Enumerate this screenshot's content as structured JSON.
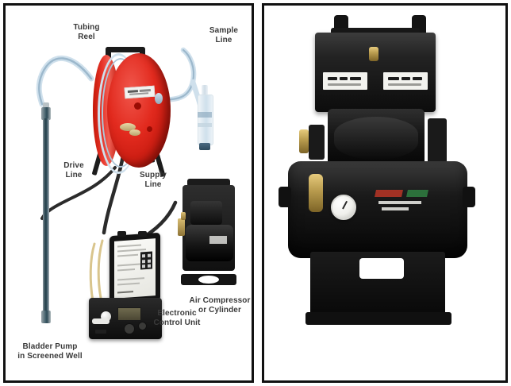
{
  "figure": {
    "title": "Bladder pump groundwater sampling system diagram and air compressor photo",
    "panel_count": 2,
    "background_color": "#ffffff",
    "border_color": "#111111"
  },
  "left_panel": {
    "name": "sampling-system-diagram",
    "labels": [
      {
        "id": "tubing-reel",
        "text": "Tubing\nReel"
      },
      {
        "id": "sample-line",
        "text": "Sample\nLine"
      },
      {
        "id": "drive-line",
        "text": "Drive\nLine"
      },
      {
        "id": "supply-line",
        "text": "Supply\nLine"
      },
      {
        "id": "air-compressor",
        "text": "Air Compressor\nor Cylinder"
      },
      {
        "id": "control-unit",
        "text": "Electronic\nControl Unit"
      },
      {
        "id": "bladder-pump",
        "text": "Bladder Pump\nin Screened Well"
      }
    ],
    "components": [
      {
        "id": "tubing-reel",
        "kind": "reel",
        "color": "#d8261a"
      },
      {
        "id": "sample-bottle",
        "kind": "bottle",
        "color": "#dde8f0"
      },
      {
        "id": "bladder-pump",
        "kind": "pump-tube",
        "color": "#2e4a55"
      },
      {
        "id": "control-unit",
        "kind": "instrument-case",
        "color": "#141414"
      },
      {
        "id": "air-compressor",
        "kind": "compressor",
        "color": "#1a1a1a"
      }
    ],
    "colors": {
      "reel_red": "#d8261a",
      "tubing_blue": "#b9d2e2",
      "hose_black": "#2b2b2b",
      "label_text": "#3a3a3a"
    }
  },
  "right_panel": {
    "name": "air-compressor-photograph",
    "subject": "air-compressor-with-tank",
    "colors": {
      "body_black": "#121212",
      "brass": "#b79a4d",
      "plate_white": "#f2f2ee",
      "decal_red": "#b03426",
      "decal_green": "#2f7a3f"
    },
    "parts": [
      {
        "id": "carry-handle",
        "kind": "handle"
      },
      {
        "id": "pump-head",
        "kind": "head"
      },
      {
        "id": "name-plate-left",
        "kind": "label-plate"
      },
      {
        "id": "name-plate-right",
        "kind": "label-plate"
      },
      {
        "id": "motor",
        "kind": "motor"
      },
      {
        "id": "air-tank",
        "kind": "tank"
      },
      {
        "id": "pressure-gauge",
        "kind": "gauge"
      },
      {
        "id": "brass-fitting",
        "kind": "fitting"
      },
      {
        "id": "decal",
        "kind": "decal"
      },
      {
        "id": "base-frame",
        "kind": "frame"
      }
    ]
  }
}
